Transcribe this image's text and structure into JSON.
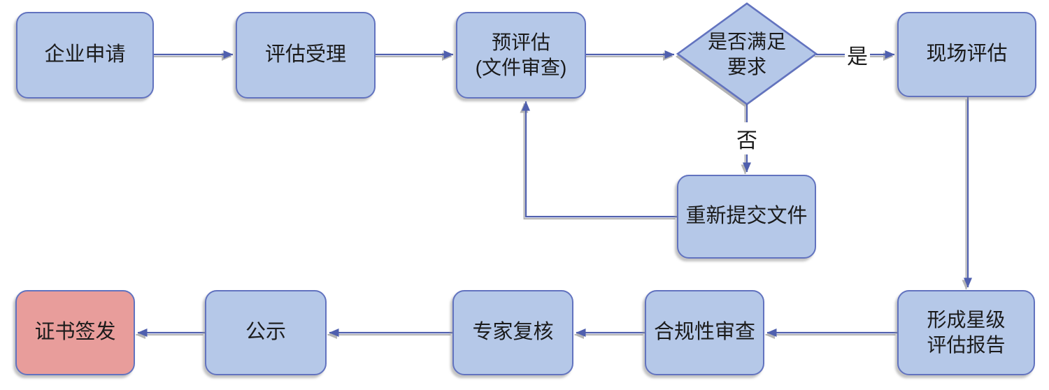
{
  "nodes": {
    "apply": {
      "label": "企业申请"
    },
    "accept": {
      "label": "评估受理"
    },
    "pre": {
      "line1": "预评估",
      "line2": "(文件审查)"
    },
    "decision": {
      "line1": "是否满足",
      "line2": "要求"
    },
    "onsite": {
      "label": "现场评估"
    },
    "resubmit": {
      "label": "重新提交文件"
    },
    "report": {
      "line1": "形成星级",
      "line2": "评估报告"
    },
    "compliance": {
      "label": "合规性审查"
    },
    "expert": {
      "label": "专家复核"
    },
    "publicity": {
      "label": "公示"
    },
    "certificate": {
      "label": "证书签发"
    }
  },
  "edge_labels": {
    "yes": "是",
    "no": "否"
  },
  "edges": [
    {
      "from": "apply",
      "to": "accept"
    },
    {
      "from": "accept",
      "to": "pre"
    },
    {
      "from": "pre",
      "to": "decision"
    },
    {
      "from": "decision",
      "to": "onsite",
      "label": "是"
    },
    {
      "from": "decision",
      "to": "resubmit",
      "label": "否"
    },
    {
      "from": "resubmit",
      "to": "pre"
    },
    {
      "from": "onsite",
      "to": "report"
    },
    {
      "from": "report",
      "to": "compliance"
    },
    {
      "from": "compliance",
      "to": "expert"
    },
    {
      "from": "expert",
      "to": "publicity"
    },
    {
      "from": "publicity",
      "to": "certificate"
    }
  ],
  "colors": {
    "node_fill": "#b5c8e8",
    "node_border": "#6273bf",
    "highlight_fill": "#e89d9b",
    "arrow": "#4f5fae",
    "shadow": "#b4b4b4",
    "text": "#1b1b1b",
    "bg": "#ffffff"
  }
}
